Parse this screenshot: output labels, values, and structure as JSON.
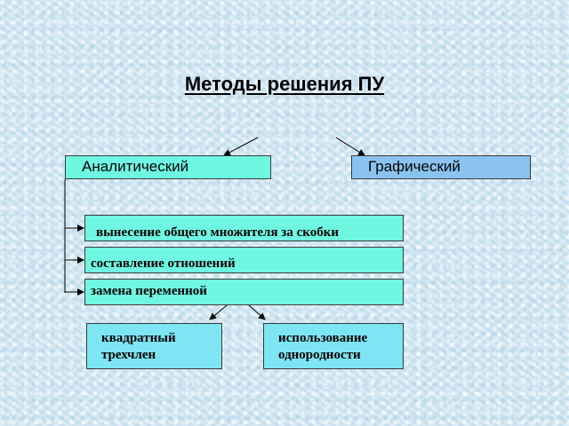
{
  "title": "Методы решения ПУ",
  "branches": {
    "analytic": "Аналитический",
    "graphic": "Графический"
  },
  "methods": [
    "вынесение общего множителя за скобки",
    "составление отношений",
    "замена переменной"
  ],
  "sub_methods": [
    {
      "line1": "квадратный",
      "line2": "трехчлен"
    },
    {
      "line1": "использование",
      "line2": "однородности"
    }
  ],
  "colors": {
    "analytic_fill": "#6ff7e2",
    "graphic_fill": "#8ac3ef",
    "sub_fill": "#7de5f3",
    "background": "#d3e8f3"
  }
}
